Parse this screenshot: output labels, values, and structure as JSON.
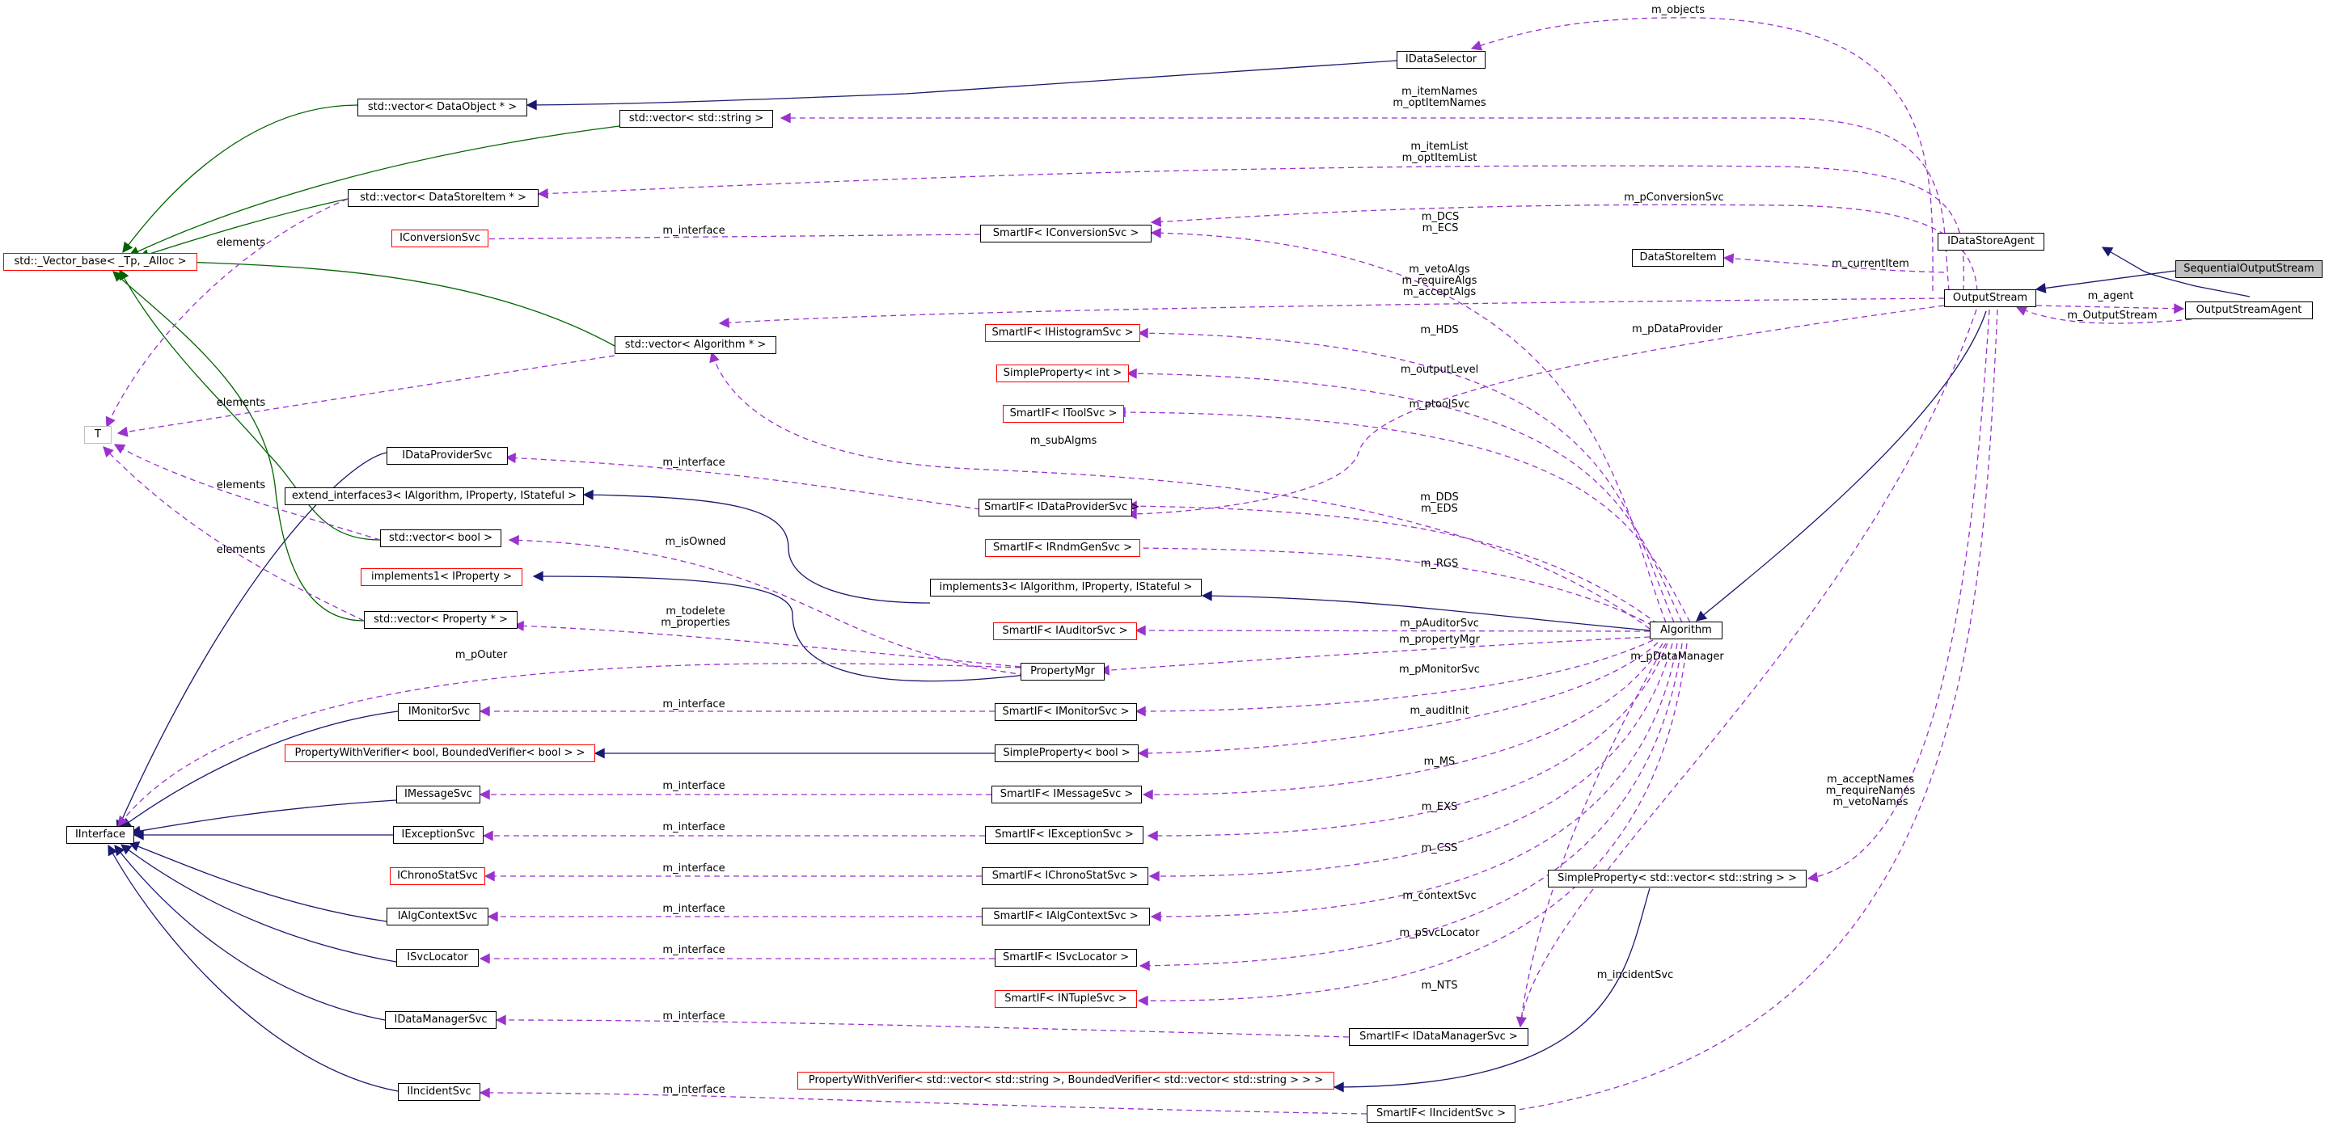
{
  "colors": {
    "inherit_public": "#191970",
    "inherit_template": "#006400",
    "usage": "#9a32cd",
    "undocumented_border": "#ff0000",
    "focus_fill": "#bfbfbf"
  },
  "nodes": {
    "sequentialoutputstream": "SequentialOutputStream",
    "idatastoreagent": "IDataStoreAgent",
    "outputstreamagent": "OutputStreamAgent",
    "outputstream": "OutputStream",
    "datastoreitem": "DataStoreItem",
    "idataselector": "IDataSelector",
    "vector_dataobject": "std::vector< DataObject * >",
    "vector_string": "std::vector< std::string >",
    "vector_datastoreitem": "std::vector< DataStoreItem * >",
    "vector_base": "std::_Vector_base< _Tp, _Alloc >",
    "iconversionsvc": "IConversionSvc",
    "smartif_iconversionsvc": "SmartIF< IConversionSvc >",
    "smartif_ihistogramsvc": "SmartIF< IHistogramSvc >",
    "simpleproperty_int": "SimpleProperty< int >",
    "smartif_itoolsvc": "SmartIF< IToolSvc >",
    "vector_algorithm": "std::vector< Algorithm * >",
    "t": "T",
    "idataprovidersvc": "IDataProviderSvc",
    "extend_interfaces3": "extend_interfaces3< IAlgorithm, IProperty, IStateful >",
    "smartif_idataprovidersvc": "SmartIF< IDataProviderSvc >",
    "vector_bool": "std::vector< bool >",
    "smartif_irndmgensvc": "SmartIF< IRndmGenSvc >",
    "implements1": "implements1< IProperty >",
    "implements3": "implements3< IAlgorithm, IProperty, IStateful >",
    "vector_property": "std::vector< Property * >",
    "smartif_iauditorsvc": "SmartIF< IAuditorSvc >",
    "algorithm": "Algorithm",
    "propertymgr": "PropertyMgr",
    "imonitorsvc": "IMonitorSvc",
    "smartif_imonitorsvc": "SmartIF< IMonitorSvc >",
    "propertywithverifier_bool": "PropertyWithVerifier< bool, BoundedVerifier< bool > >",
    "simpleproperty_bool": "SimpleProperty< bool >",
    "imessagesvc": "IMessageSvc",
    "smartif_imessagesvc": "SmartIF< IMessageSvc >",
    "interface": "IInterface",
    "iexceptionsvc": "IExceptionSvc",
    "smartif_iexceptionsvc": "SmartIF< IExceptionSvc >",
    "ichronostatsvc": "IChronoStatSvc",
    "smartif_ichronostatsvc": "SmartIF< IChronoStatSvc >",
    "simpleproperty_vector_string": "SimpleProperty< std::vector< std::string > >",
    "ialgcontextsvc": "IAlgContextSvc",
    "smartif_ialgcontextsvc": "SmartIF< IAlgContextSvc >",
    "isvclocator": "ISvcLocator",
    "smartif_isvclocator": "SmartIF< ISvcLocator >",
    "smartif_intuplesvc": "SmartIF< INTupleSvc >",
    "idatamanagersvc": "IDataManagerSvc",
    "smartif_idatamanagersvc": "SmartIF< IDataManagerSvc >",
    "propertywithverifier_vector_string": "PropertyWithVerifier< std::vector< std::string >, BoundedVerifier< std::vector< std::string > > >",
    "iincidentsvc": "IIncidentSvc",
    "smartif_iincidentsvc": "SmartIF< IIncidentSvc >"
  },
  "edge_labels": {
    "m_objects": "m_objects",
    "m_itemnames": [
      "m_itemNames",
      "m_optItemNames"
    ],
    "m_itemlist": [
      "m_itemList",
      "m_optItemList"
    ],
    "m_pconversionsvc": "m_pConversionSvc",
    "m_dcs_ecs": [
      "m_DCS",
      "m_ECS"
    ],
    "m_currentitem": "m_currentItem",
    "m_agent": "m_agent",
    "m_outputstream": "m_OutputStream",
    "m_algs": [
      "m_vetoAlgs",
      "m_requireAlgs",
      "m_acceptAlgs"
    ],
    "m_pdataprovider": "m_pDataProvider",
    "m_hds": "m_HDS",
    "m_outputlevel": "m_outputLevel",
    "m_ptoolsvc": "m_ptoolSvc",
    "m_subalgms": "m_subAlgms",
    "m_dds_eds": [
      "m_DDS",
      "m_EDS"
    ],
    "m_rgs": "m_RGS",
    "m_pauditorsvc": "m_pAuditorSvc",
    "m_propertymgr": "m_propertyMgr",
    "m_pdatamanager": "m_pDataManager",
    "m_pmonitorsvc": "m_pMonitorSvc",
    "m_auditinit": "m_auditInit",
    "m_ms": "m_MS",
    "m_exs": "m_EXS",
    "m_css": "m_CSS",
    "m_contextsvc": "m_contextSvc",
    "m_psvclocator": "m_pSvcLocator",
    "m_nts": "m_NTS",
    "m_incidentsvc": "m_incidentSvc",
    "m_names": [
      "m_acceptNames",
      "m_requireNames",
      "m_vetoNames"
    ],
    "m_isowned": "m_isOwned",
    "m_todelete": [
      "m_todelete",
      "m_properties"
    ],
    "m_pouter": "m_pOuter",
    "elements": "elements",
    "m_interface": "m_interface"
  }
}
